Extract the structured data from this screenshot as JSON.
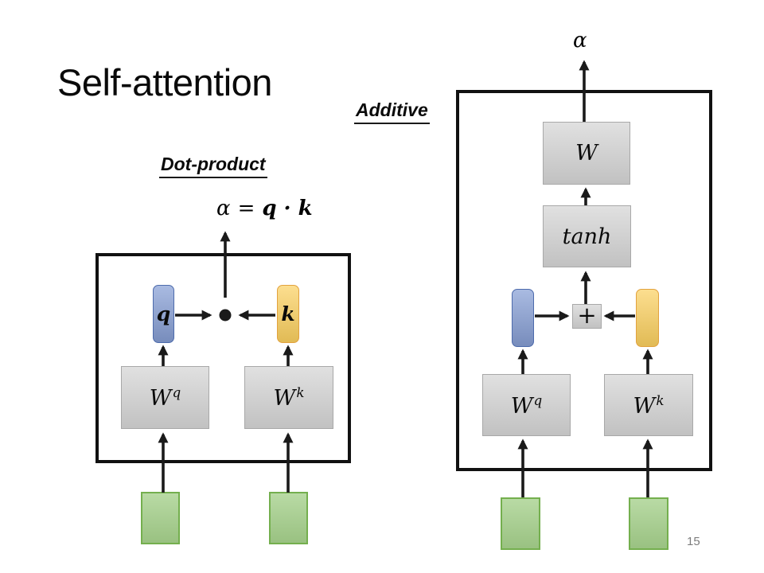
{
  "slide": {
    "title": "Self-attention",
    "page_number": "15"
  },
  "colors": {
    "vector_blue": "#88A0D6",
    "vector_blue_border": "#4D6BAC",
    "vector_yellow": "#FBD05F",
    "vector_yellow_border": "#E2A23E",
    "matrix_gray": "#D2D2D2",
    "matrix_gray_border": "#A8A8A8",
    "input_green": "#A5D08B",
    "input_green_border": "#74AF4E",
    "line_black": "#1A1A1A",
    "page_number_gray": "#7C7C7C"
  },
  "left_diagram": {
    "label": "Dot-product",
    "formula": {
      "alpha": "α",
      "equals": "=",
      "q": "q",
      "dot": "·",
      "k": "k"
    },
    "q_label": "q",
    "k_label": "k",
    "wq": {
      "base": "W",
      "sup": "q"
    },
    "wk": {
      "base": "W",
      "sup": "k"
    }
  },
  "right_diagram": {
    "label": "Additive",
    "alpha": "α",
    "w_label": "W",
    "tanh_label": "tanh",
    "plus_label": "+",
    "wq": {
      "base": "W",
      "sup": "q"
    },
    "wk": {
      "base": "W",
      "sup": "k"
    }
  }
}
